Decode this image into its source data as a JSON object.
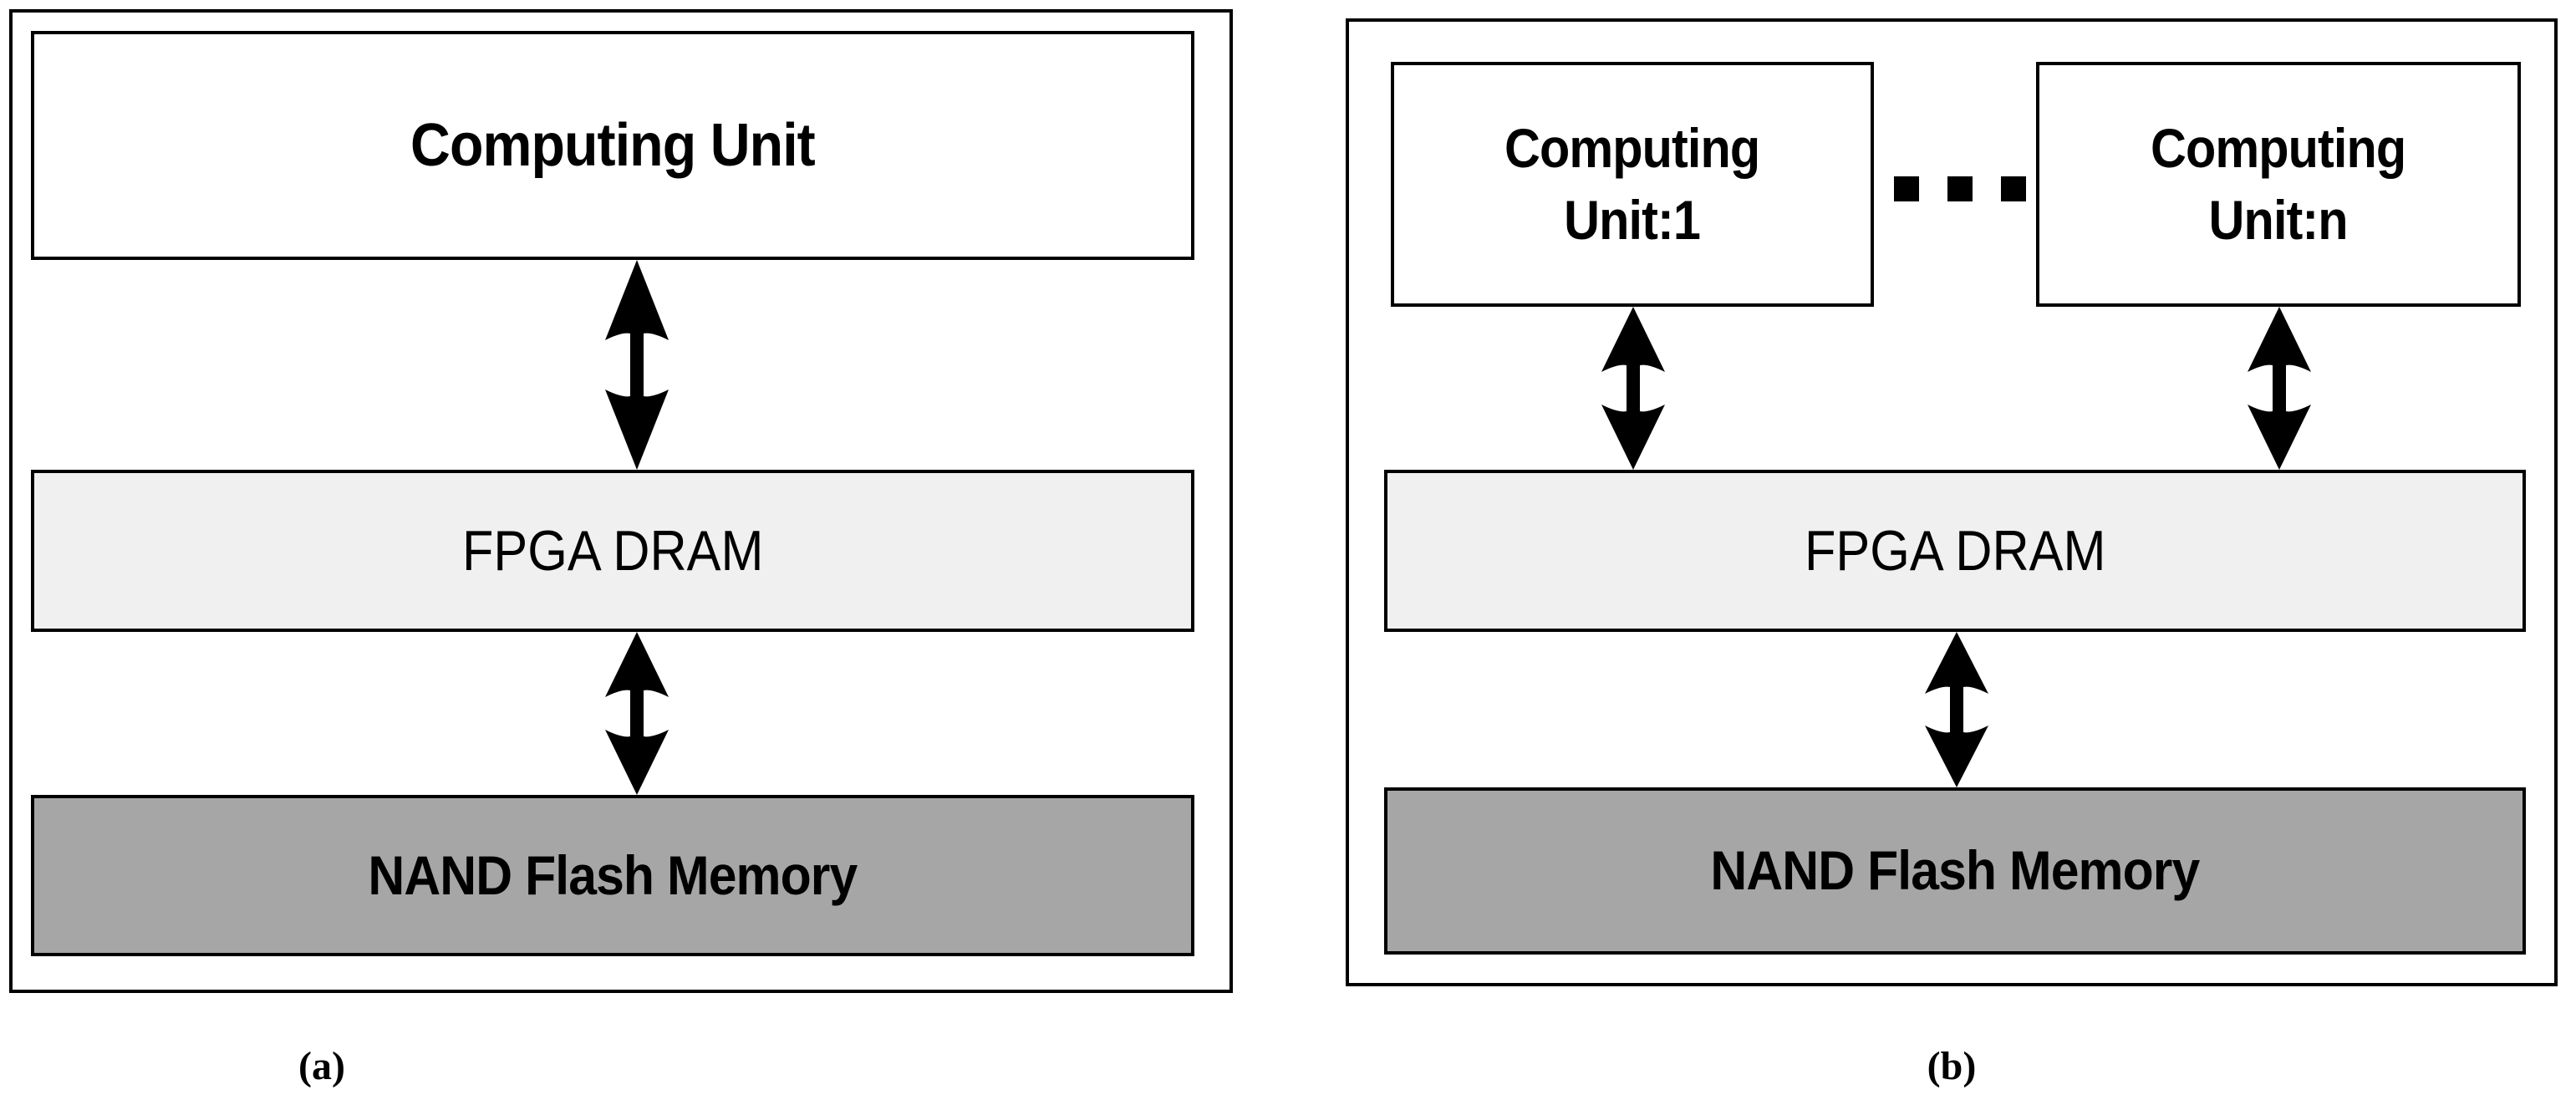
{
  "figure": {
    "panels": [
      {
        "caption": "(a)",
        "nodes": [
          {
            "name": "computing-unit",
            "label": "Computing Unit",
            "fill": "#ffffff"
          },
          {
            "name": "fpga-dram",
            "label": "FPGA DRAM",
            "fill": "#f0f0f0"
          },
          {
            "name": "nand-flash",
            "label": "NAND Flash Memory",
            "fill": "#a6a6a6"
          }
        ],
        "connectors": [
          {
            "name": "cu-to-dram",
            "type": "double-headed-arrow"
          },
          {
            "name": "dram-to-nand",
            "type": "double-headed-arrow"
          }
        ]
      },
      {
        "caption": "(b)",
        "nodes": [
          {
            "name": "computing-unit-1",
            "label_line1": "Computing",
            "label_line2": "Unit:1",
            "fill": "#ffffff"
          },
          {
            "name": "computing-unit-n",
            "label_line1": "Computing",
            "label_line2": "Unit:n",
            "fill": "#ffffff"
          },
          {
            "name": "fpga-dram",
            "label": "FPGA DRAM",
            "fill": "#f0f0f0"
          },
          {
            "name": "nand-flash",
            "label": "NAND Flash Memory",
            "fill": "#a6a6a6"
          }
        ],
        "ellipsis": "...",
        "connectors": [
          {
            "name": "cu1-to-dram",
            "type": "double-headed-arrow"
          },
          {
            "name": "cun-to-dram",
            "type": "double-headed-arrow"
          },
          {
            "name": "dram-to-nand",
            "type": "double-headed-arrow"
          }
        ]
      }
    ],
    "colors": {
      "stroke": "#000000",
      "white_fill": "#ffffff",
      "light_gray_fill": "#f0f0f0",
      "mid_gray_fill": "#a6a6a6"
    }
  }
}
